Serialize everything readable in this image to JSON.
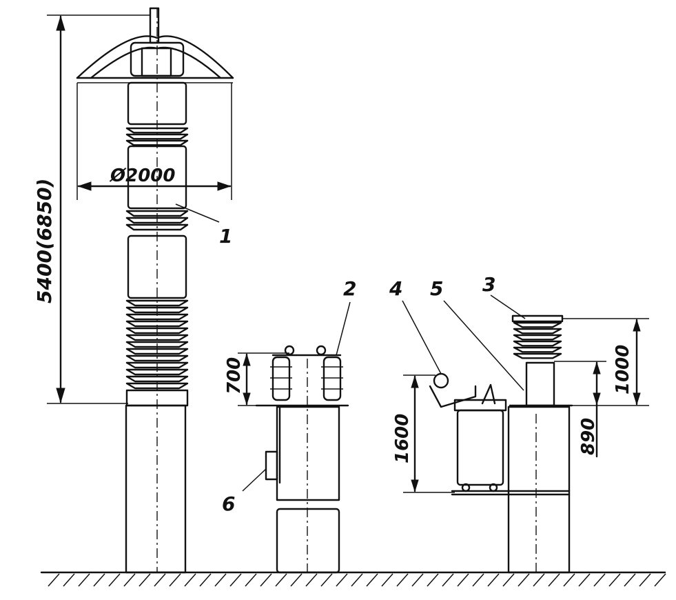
{
  "dimensions": {
    "column_height": "5400(6850)",
    "diameter": "Ø2000",
    "height_700": "700",
    "height_1600": "1600",
    "height_1000": "1000",
    "height_890": "890"
  },
  "callouts": {
    "c1": "1",
    "c2": "2",
    "c3": "3",
    "c4": "4",
    "c5": "5",
    "c6": "6"
  }
}
